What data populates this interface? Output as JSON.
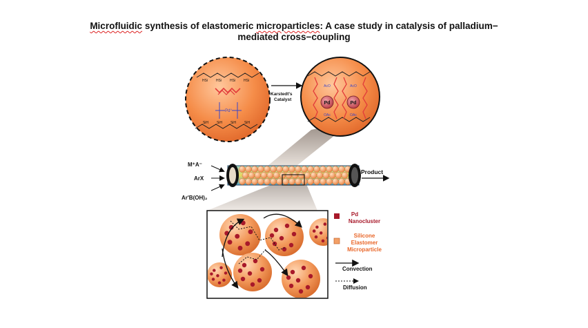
{
  "slide": {
    "title_line1_part1": "Microfluidic",
    "title_line1_part2": " synthesis of elastomeric ",
    "title_line1_part3": "microparticles",
    "title_line1_part4": ": A case study in catalysis of palladium−",
    "title_line2": "mediated cross−coupling"
  },
  "figure": {
    "arrow_label_line1": "Karstedt's",
    "arrow_label_line2": "Catalyst",
    "left_circle": {
      "si_top": [
        "HSi",
        "HSi",
        "HSi",
        "HSi"
      ],
      "si_bottom": [
        "SiH",
        "SiH",
        "SiH",
        "SiH"
      ],
      "center_label": "Pd°"
    },
    "right_circle": {
      "pd_labels": [
        "Pd",
        "Pd"
      ],
      "oac_top": [
        "AcO",
        "AcO"
      ],
      "oac_bottom": [
        "OAc",
        "OAc"
      ]
    },
    "inputs": [
      "M⁺A⁻",
      "ArX",
      "Ar'B(OH)₂"
    ],
    "output": "Product",
    "legend": {
      "pd_line1": "Pd",
      "pd_line2": "Nanocluster",
      "si_line1": "Silicone",
      "si_line2": "Elastomer",
      "si_line3": "Microparticle",
      "convection": "Convection",
      "diffusion": "Diffusion"
    },
    "colors": {
      "particle": "#f28a4a",
      "pd_dot": "#a8192a",
      "pd_label": "#a8192a",
      "legend_orange": "#e9672a",
      "blue": "#3b45c9"
    }
  }
}
